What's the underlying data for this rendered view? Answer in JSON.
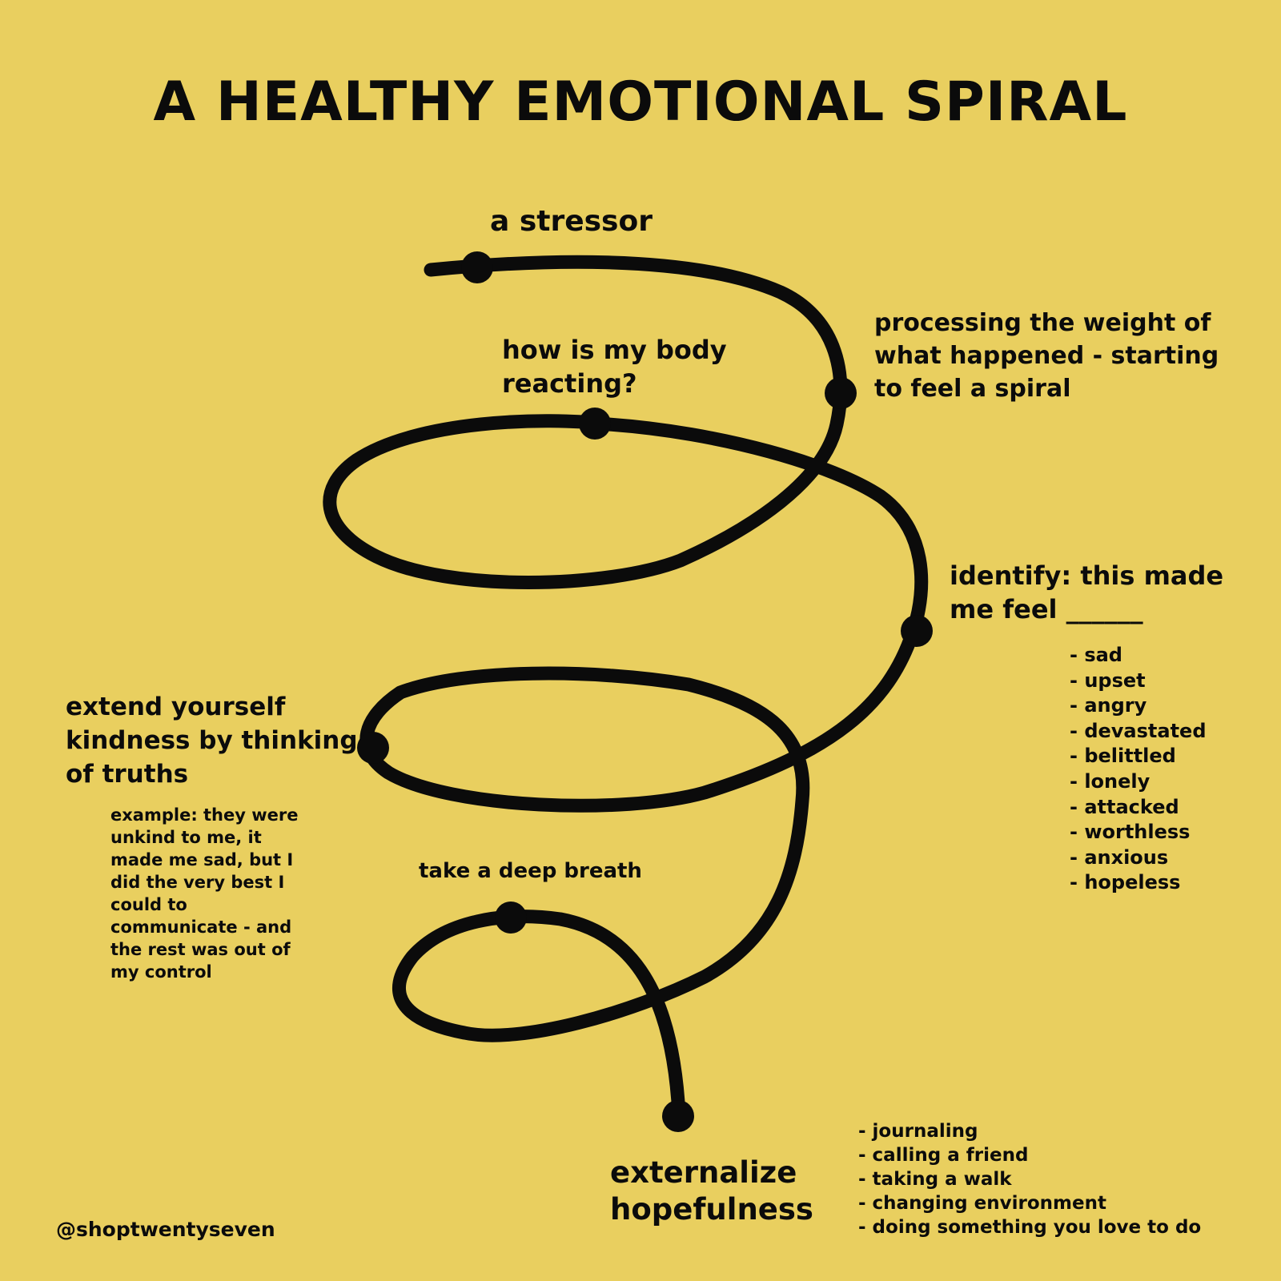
{
  "title": "A HEALTHY EMOTIONAL SPIRAL",
  "stages": {
    "stressor": "a stressor",
    "body_reacting": "how is my body reacting?",
    "processing": "processing the weight of what happened - starting to feel a spiral",
    "identify": "identify: this made me feel ______",
    "kindness": "extend yourself kindness by thinking of truths",
    "kindness_example": "example: they were unkind to me, it made me sad, but I did the very best I could to communicate - and the rest was out of my control",
    "deep_breath": "take a deep breath",
    "externalize": "externalize hopefulness"
  },
  "feelings": [
    "- sad",
    "- upset",
    "- angry",
    "- devastated",
    "- belittled",
    "- lonely",
    "- attacked",
    "- worthless",
    "- anxious",
    "- hopeless"
  ],
  "activities": [
    "- journaling",
    "- calling a friend",
    "- taking a walk",
    "- changing environment",
    "- doing something you love to do"
  ],
  "credit": "@shoptwentyseven",
  "colors": {
    "background": "#e9cf5f",
    "ink": "#0b0b0b"
  }
}
